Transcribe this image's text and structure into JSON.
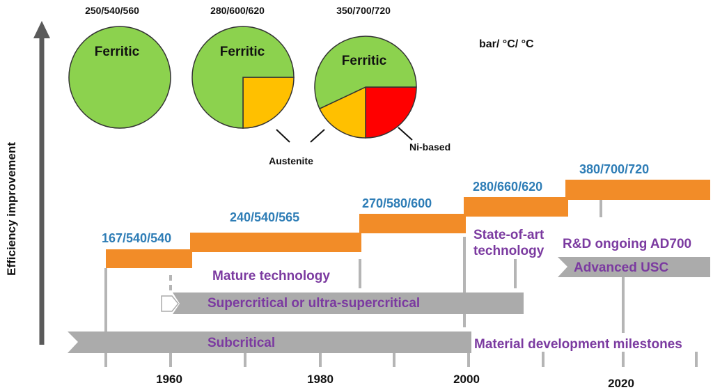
{
  "pies": [
    {
      "conditions": "250/540/560",
      "ferritic_label": "Ferritic",
      "shares": {
        "ferritic": 1.0,
        "austenite": 0.0,
        "ni_based": 0.0
      }
    },
    {
      "conditions": "280/600/620",
      "ferritic_label": "Ferritic",
      "shares": {
        "ferritic": 0.75,
        "austenite": 0.25,
        "ni_based": 0.0
      }
    },
    {
      "conditions": "350/700/720",
      "ferritic_label": "Ferritic",
      "shares": {
        "ferritic": 0.57,
        "austenite": 0.18,
        "ni_based": 0.25
      }
    }
  ],
  "pie_labels": {
    "austenite": "Austenite",
    "ni_based": "Ni-based",
    "units": "bar/ °C/ °C"
  },
  "colors": {
    "ferritic": "#8CD24E",
    "austenite": "#FFC000",
    "ni_based": "#FF0000",
    "steps": "#F28C28",
    "bars": "#ABABAB",
    "blue_text": "#2E7DB6",
    "purple_text": "#7B3AA0"
  },
  "y_axis_label": "Efficiency improvement",
  "steps": [
    {
      "label": "167/540/540",
      "from": 1950,
      "to": 1963
    },
    {
      "label": "240/540/565",
      "from": 1963,
      "to": 1986
    },
    {
      "label": "270/580/600",
      "from": 1986,
      "to": 2000
    },
    {
      "label": "280/660/620",
      "from": 2000,
      "to": 2013
    },
    {
      "label": "380/700/720",
      "from": 2013,
      "to": 2034
    }
  ],
  "annotations": {
    "mature": "Mature technology",
    "state_line1": "State-of-art",
    "state_line2": "technology",
    "rd": "R&D ongoing AD700",
    "milestones": "Material development milestones"
  },
  "bars": {
    "subcritical": "Subcritical",
    "supercritical": "Supercritical or ultra-supercritical",
    "advanced": "Advanced USC"
  },
  "x_axis": {
    "ticks": [
      1960,
      1980,
      2000,
      2020
    ]
  }
}
